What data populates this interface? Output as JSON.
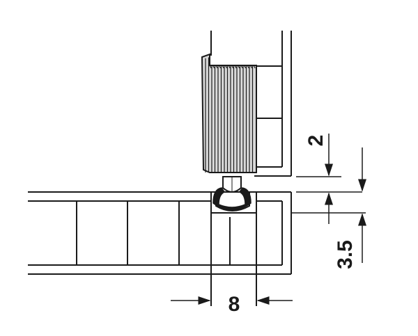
{
  "dimensions": {
    "gap_top": "2",
    "seal_height": "3.5",
    "seal_width": "8"
  },
  "colors": {
    "line": "#1a1a1a",
    "fill_light": "#d9d9d9",
    "fill_white": "#ffffff",
    "fill_dark": "#1a1a1a"
  }
}
